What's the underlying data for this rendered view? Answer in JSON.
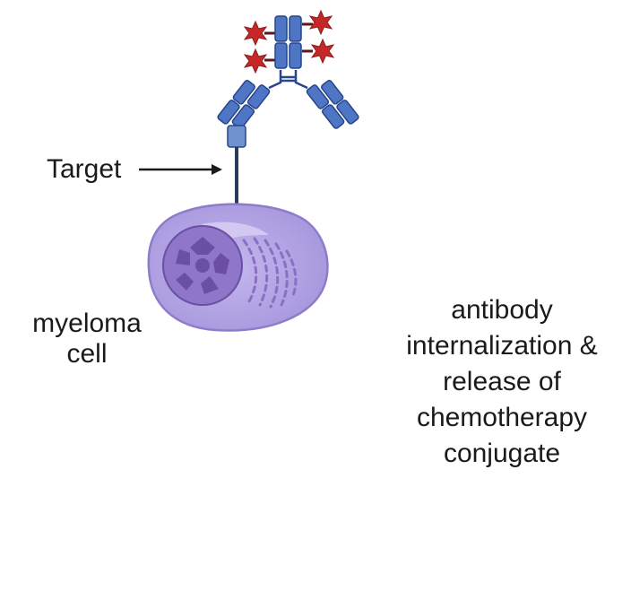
{
  "labels": {
    "target": "Target",
    "cell_line1": "myeloma",
    "cell_line2": "cell",
    "process": [
      "antibody",
      "internalization &",
      "release of",
      "chemotherapy",
      "conjugate"
    ]
  },
  "colors": {
    "antibody_fill": "#4f76c4",
    "antibody_stroke": "#26458a",
    "receptor_block": "#6f93cf",
    "payload": "#c62828",
    "cell_membrane": "#9e8fd6",
    "cell_fill": "#b7aae6",
    "nucleus": "#8a6fc2",
    "chromatin": "#6a4fa5",
    "arrow": "#e0782a"
  },
  "icons": [
    "antibody-icon",
    "payload-star-icon",
    "myeloma-cell-icon",
    "curved-arrow-icon"
  ]
}
